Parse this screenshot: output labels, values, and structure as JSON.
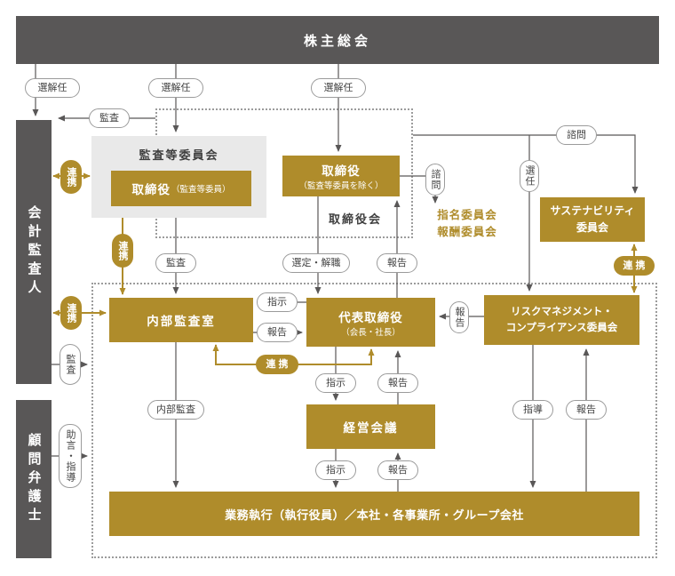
{
  "colors": {
    "dark_gray": "#595757",
    "gold": "#AF8C2B",
    "light_gray": "#E9E9E9"
  },
  "nodes": {
    "shareholders": "株主総会",
    "accounting_auditor": "会計監査人",
    "advisor_lawyer": "顧問弁護士",
    "board_label": "取締役会",
    "audit_committee_label": "監査等委員会",
    "audit_committee_directors_title": "取締役",
    "audit_committee_directors_sub": "（監査等委員）",
    "directors_title": "取締役",
    "directors_sub": "（監査等委員を除く）",
    "nomination_line1": "指名委員会",
    "nomination_line2": "報酬委員会",
    "sustainability_line1": "サステナビリティ",
    "sustainability_line2": "委員会",
    "internal_audit": "内部監査室",
    "representative_title": "代表取締役",
    "representative_sub": "（会長・社長）",
    "risk_line1": "リスクマネジメント・",
    "risk_line2": "コンプライアンス委員会",
    "management_meeting": "経営会議",
    "execution": "業務執行（執行役員）／本社・各事業所・グループ会社"
  },
  "edges": {
    "appoint_dismiss": "選解任",
    "audit": "監査",
    "consult": "諮問",
    "appoint": "選任",
    "select_dismiss": "選定・解職",
    "report": "報告",
    "instruct": "指示",
    "internal_audit": "内部監査",
    "guide": "指導",
    "advice_guide": "助言・指導",
    "cooperate": "連携",
    "cooperate_spaced": "連 携"
  }
}
